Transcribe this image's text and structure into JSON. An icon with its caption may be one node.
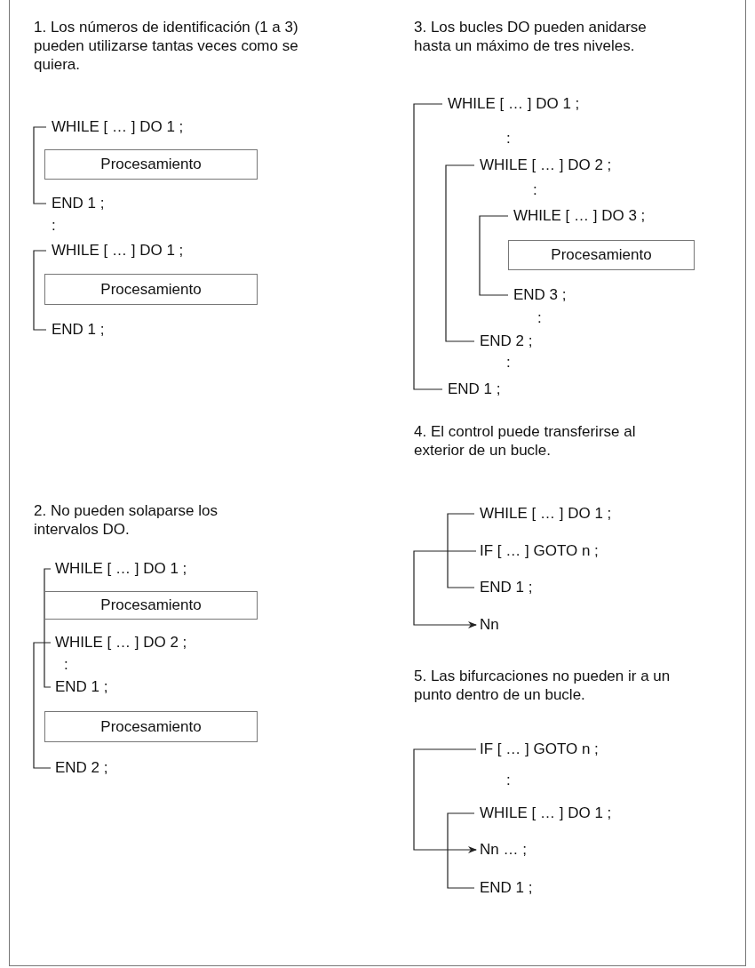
{
  "diagram": {
    "nodes": [
      {
        "text": [
          "Procesamiento"
        ]
      },
      {
        "text": [
          "Procesamiento"
        ]
      },
      {
        "text": [
          "Procesamiento"
        ]
      },
      {
        "text": [
          "Procesamiento"
        ]
      },
      {
        "text": [
          "Procesamiento"
        ]
      },
      {
        "text": [
          "IF [ … ] GOTO n ;"
        ]
      },
      {
        "text": [
          "Nn"
        ]
      },
      {
        "text": [
          "IF [ … ] GOTO n ;"
        ]
      },
      {
        "text": [
          "Nn … ;"
        ]
      }
    ],
    "edges": [
      {
        "from": 5,
        "to": 6,
        "arrow": "to"
      },
      {
        "from": 7,
        "to": 8,
        "arrow": "to"
      }
    ],
    "labels": [
      "1. Los números de identificación (1 a 3) pueden utilizarse tantas veces como se quiera.",
      "WHILE [ … ] DO 1 ;",
      "END 1 ;",
      ":",
      "WHILE [ … ] DO 1 ;",
      "END 1 ;",
      "2. No pueden solaparse los intervalos DO.",
      "WHILE [ … ] DO 1 ;",
      "WHILE [ … ] DO 2 ;",
      ":",
      "END 1 ;",
      "END 2 ;",
      "3. Los bucles DO pueden anidarse hasta un máximo de tres niveles.",
      "WHILE [ … ] DO 1 ;",
      ":",
      "WHILE [ … ] DO 2 ;",
      ":",
      "WHILE [ … ] DO 3 ;",
      "END 3 ;",
      ":",
      "END 2 ;",
      ":",
      "END 1 ;",
      "4. El control puede transferirse al exterior de un bucle.",
      "WHILE [ … ] DO 1 ;",
      "END 1 ;",
      "5. Las bifurcaciones no pueden ir a un punto dentro de un bucle.",
      ":",
      "WHILE [ … ] DO 1 ;",
      "END 1 ;"
    ]
  }
}
